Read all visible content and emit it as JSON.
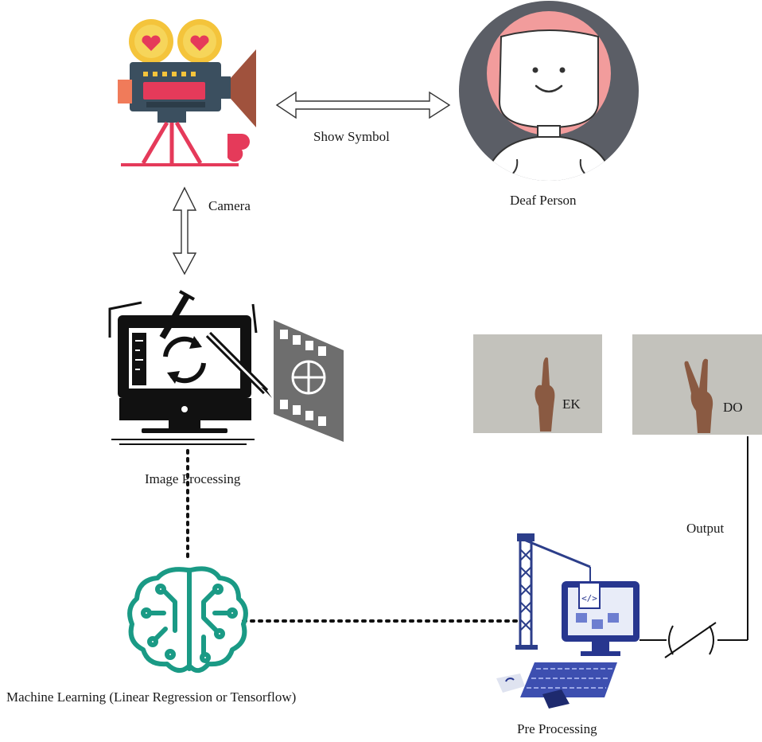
{
  "nodes": {
    "camera": {
      "label": "Camera",
      "icon": "movie-camera-icon"
    },
    "deaf_person": {
      "label": "Deaf Person",
      "icon": "person-avatar-icon"
    },
    "image_processing": {
      "label": "Image Processing",
      "icon": "monitor-editing-icon"
    },
    "machine_learning": {
      "label": "Machine Learning (Linear Regression or Tensorflow)",
      "icon": "brain-circuit-icon"
    },
    "pre_processing": {
      "label": "Pre Processing",
      "icon": "computer-crane-icon"
    }
  },
  "edges": {
    "show_symbol": {
      "label": "Show Symbol",
      "from": "camera",
      "to": "deaf_person",
      "style": "double-arrow"
    },
    "camera_link": {
      "from": "camera",
      "to": "image_processing",
      "style": "double-arrow"
    },
    "image_to_ml": {
      "from": "image_processing",
      "to": "machine_learning",
      "style": "dotted"
    },
    "ml_to_pre": {
      "from": "machine_learning",
      "to": "pre_processing",
      "style": "dotted"
    },
    "output": {
      "label": "Output",
      "from": "pre_processing",
      "to": "outputs",
      "style": "solid"
    }
  },
  "outputs": [
    {
      "caption": "EK",
      "gesture": "one-finger"
    },
    {
      "caption": "DO",
      "gesture": "two-fingers"
    }
  ],
  "colors": {
    "brain": "#1a9a85",
    "camera_body": "#3b4f5f",
    "camera_accent": "#e53a5a",
    "camera_lens": "#a0523d",
    "person_bg": "#5b5e66",
    "person_face": "#f29c9c",
    "pc_blue": "#27368f",
    "crane_blue": "#2c3e8a"
  }
}
